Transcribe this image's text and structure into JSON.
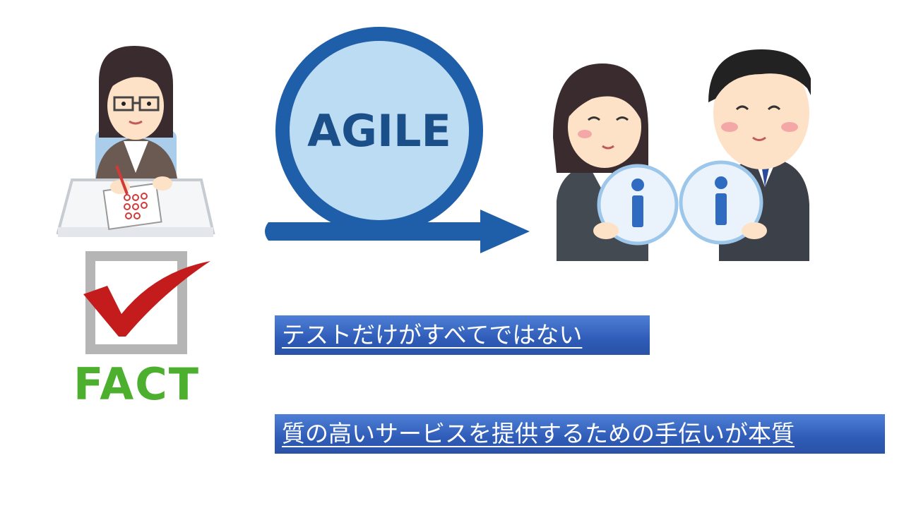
{
  "agile": {
    "label": "AGILE"
  },
  "fact": {
    "label": "FACT"
  },
  "banners": [
    {
      "text": "テストだけがすべてではない"
    },
    {
      "text": "質の高いサービスを提供するための手伝いが本質"
    }
  ],
  "colors": {
    "banner": "#2f5cb8",
    "agile_ring": "#1f5ea8",
    "agile_fill": "#bcdcf4",
    "check": "#c41c1c",
    "fact": "#4caf2e"
  },
  "icons": [
    "tester-woman-icon",
    "agile-loop-icon",
    "checkbox-check-icon",
    "staff-info-icon"
  ]
}
